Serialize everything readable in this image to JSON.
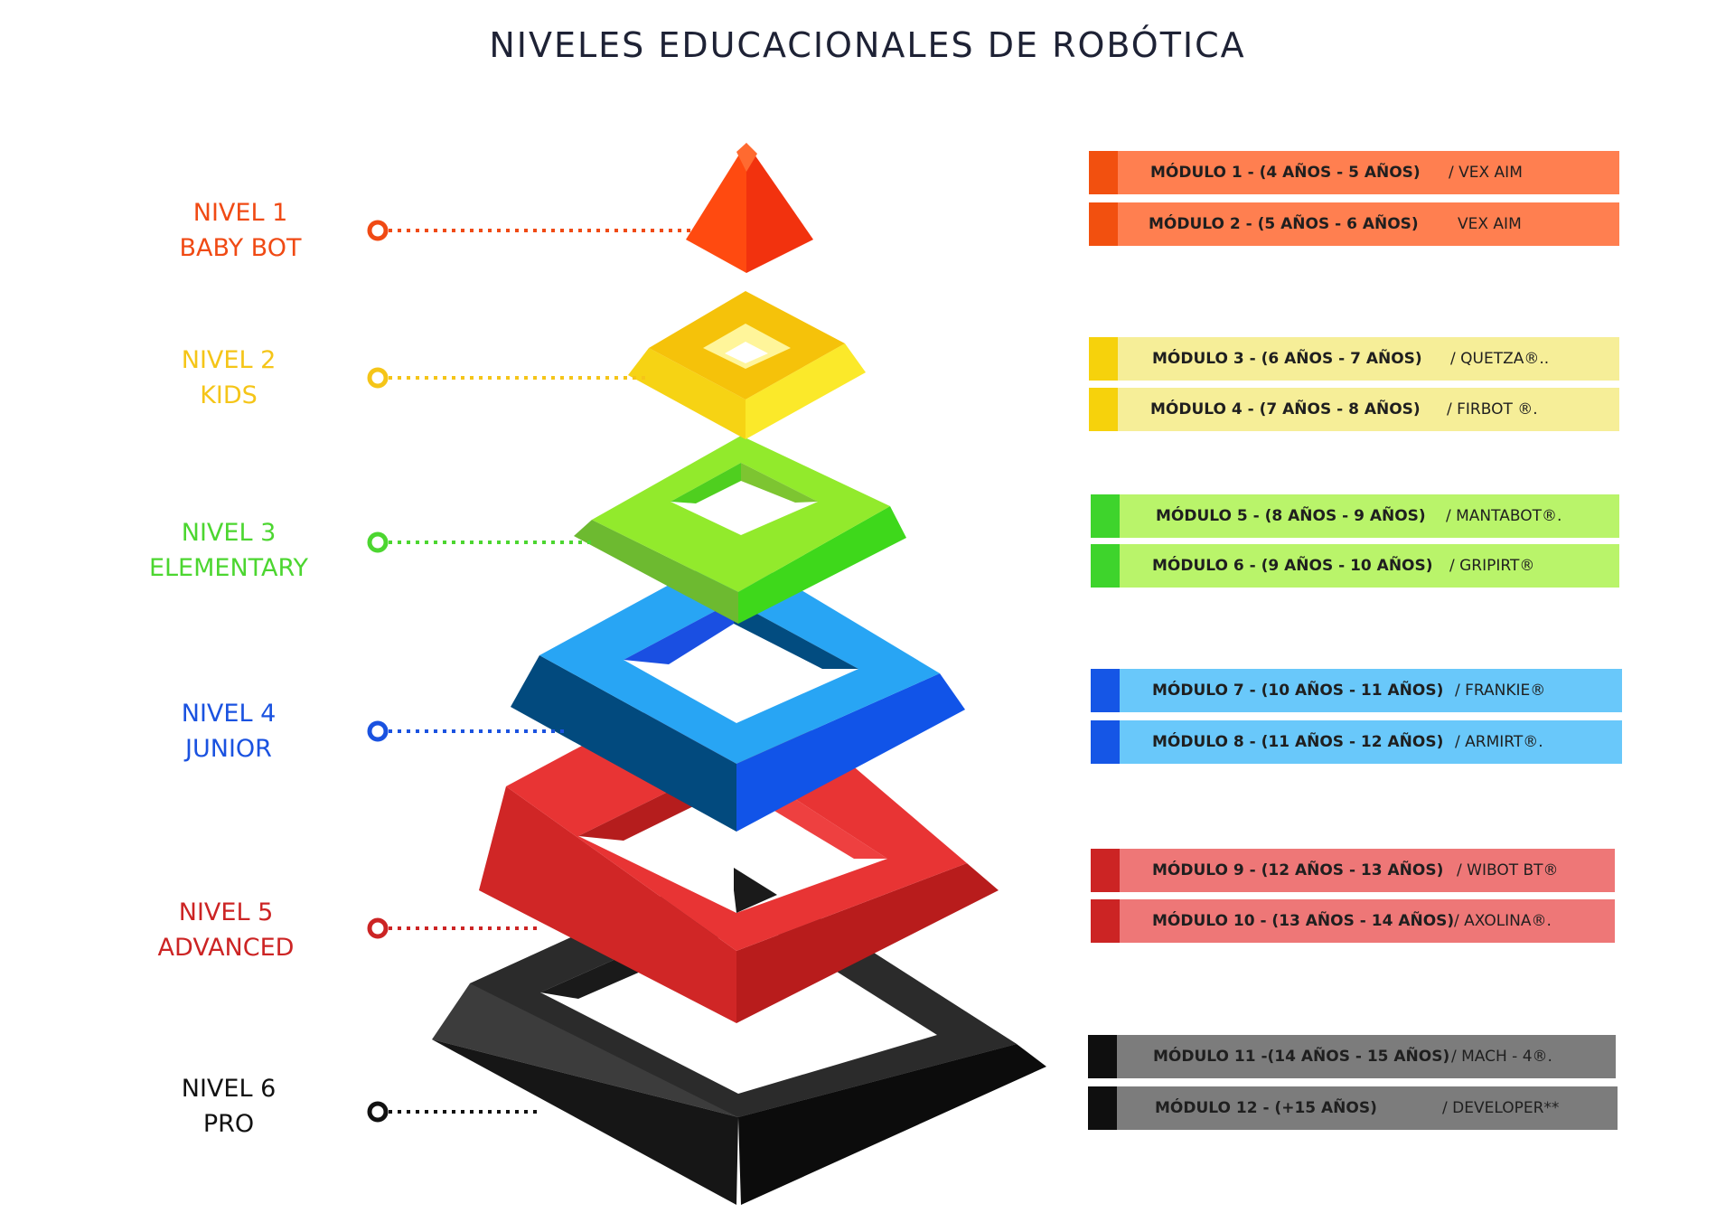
{
  "title": "NIVELES EDUCACIONALES DE ROBÓTICA",
  "levels": [
    {
      "line1": "NIVEL 1",
      "line2": "BABY BOT",
      "color": "#f04a14"
    },
    {
      "line1": "NIVEL 2",
      "line2": "KIDS",
      "color": "#f5c518"
    },
    {
      "line1": "NIVEL 3",
      "line2": "ELEMENTARY",
      "color": "#4cd630"
    },
    {
      "line1": "NIVEL 4",
      "line2": "JUNIOR",
      "color": "#1a52e0"
    },
    {
      "line1": "NIVEL 5",
      "line2": "ADVANCED",
      "color": "#cc2424"
    },
    {
      "line1": "NIVEL 6",
      "line2": "PRO",
      "color": "#111111"
    }
  ],
  "modules": [
    {
      "label": "MÓDULO  1 - (4 AÑOS  - 5  AÑOS)",
      "product": "/  VEX AIM",
      "bar_color": "#ff7f50",
      "swatch_color": "#f2500f"
    },
    {
      "label": "MÓDULO 2 -  (5 AÑOS - 6 AÑOS)",
      "product": "VEX AIM",
      "bar_color": "#ff7f50",
      "swatch_color": "#f2500f"
    },
    {
      "label": "MÓDULO 3 - (6 AÑOS - 7 AÑOS)",
      "product": "/  QUETZA®..",
      "bar_color": "#f6ee98",
      "swatch_color": "#f6d20c"
    },
    {
      "label": "MÓDULO  4 - (7 AÑOS - 8 AÑOS)",
      "product": "/ FIRBOT ®.",
      "bar_color": "#f6ee98",
      "swatch_color": "#f6d20c"
    },
    {
      "label": "MÓDULO 5 - (8 AÑOS - 9 AÑOS)",
      "product": "/ MANTABOT®.",
      "bar_color": "#b9f46a",
      "swatch_color": "#3ed42c"
    },
    {
      "label": "MÓDULO 6 - (9 AÑOS - 10 AÑOS)",
      "product": "/  GRIPIRT®",
      "bar_color": "#b9f46a",
      "swatch_color": "#3ed42c"
    },
    {
      "label": "MÓDULO  7 - (10 AÑOS - 11 AÑOS)",
      "product": "/ FRANKIE®",
      "bar_color": "#69c8fa",
      "swatch_color": "#1556e6"
    },
    {
      "label": "MÓDULO 8 - (11 AÑOS - 12 AÑOS)",
      "product": "/  ARMIRT®.",
      "bar_color": "#69c8fa",
      "swatch_color": "#1556e6"
    },
    {
      "label": "MÓDULO 9 - (12 AÑOS - 13 AÑOS)",
      "product": "/  WIBOT BT®",
      "bar_color": "#ee7777",
      "swatch_color": "#cc2424"
    },
    {
      "label": "MÓDULO 10 - (13 AÑOS - 14 AÑOS)",
      "product": "/  AXOLINA®.",
      "bar_color": "#ee7777",
      "swatch_color": "#cc2424"
    },
    {
      "label": "MÓDULO 11 -(14 AÑOS - 15 AÑOS)",
      "product": "/  MACH - 4®.",
      "bar_color": "#7c7c7c",
      "swatch_color": "#0f0f0f"
    },
    {
      "label": "MÓDULO 12 - (+15 AÑOS)",
      "product": "/ DEVELOPER**",
      "bar_color": "#7c7c7c",
      "swatch_color": "#0f0f0f"
    }
  ]
}
